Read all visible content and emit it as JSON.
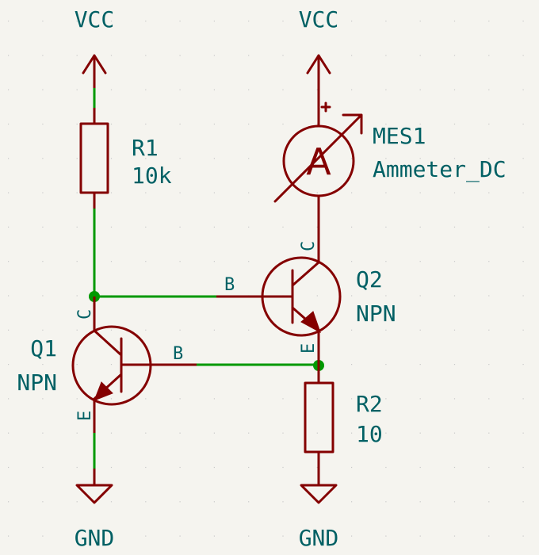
{
  "colors": {
    "background": "#f5f4ef",
    "symbol": "#840000",
    "wire": "#009900",
    "text": "#006064"
  },
  "power": {
    "vcc_left": "VCC",
    "vcc_right": "VCC",
    "gnd_left": "GND",
    "gnd_right": "GND"
  },
  "components": {
    "R1": {
      "ref": "R1",
      "value": "10k"
    },
    "R2": {
      "ref": "R2",
      "value": "10"
    },
    "MES1": {
      "ref": "MES1",
      "value": "Ammeter_DC",
      "glyph": "A",
      "polarity": "+"
    },
    "Q1": {
      "ref": "Q1",
      "value": "NPN",
      "pins": {
        "C": "C",
        "B": "B",
        "E": "E"
      }
    },
    "Q2": {
      "ref": "Q2",
      "value": "NPN",
      "pins": {
        "C": "C",
        "B": "B",
        "E": "E"
      }
    }
  }
}
